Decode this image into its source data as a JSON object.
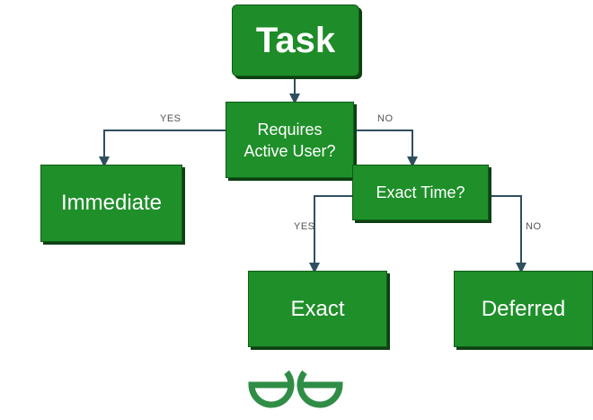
{
  "diagram": {
    "root": "Task",
    "decision_1": "Requires Active User?",
    "decision_1_lines": [
      "Requires",
      "Active User?"
    ],
    "decision_2": "Exact Time?",
    "outcome_immediate": "Immediate",
    "outcome_exact": "Exact",
    "outcome_deferred": "Deferred",
    "edge_labels": {
      "d1_yes": "YES",
      "d1_no": "NO",
      "d2_yes": "YES",
      "d2_no": "NO"
    }
  },
  "colors": {
    "node_fill": "#1f8f2a",
    "connector": "#2f4f5f",
    "logo": "#2f8d46"
  },
  "logo": {
    "icon": "geeksforgeeks-logo-icon"
  }
}
